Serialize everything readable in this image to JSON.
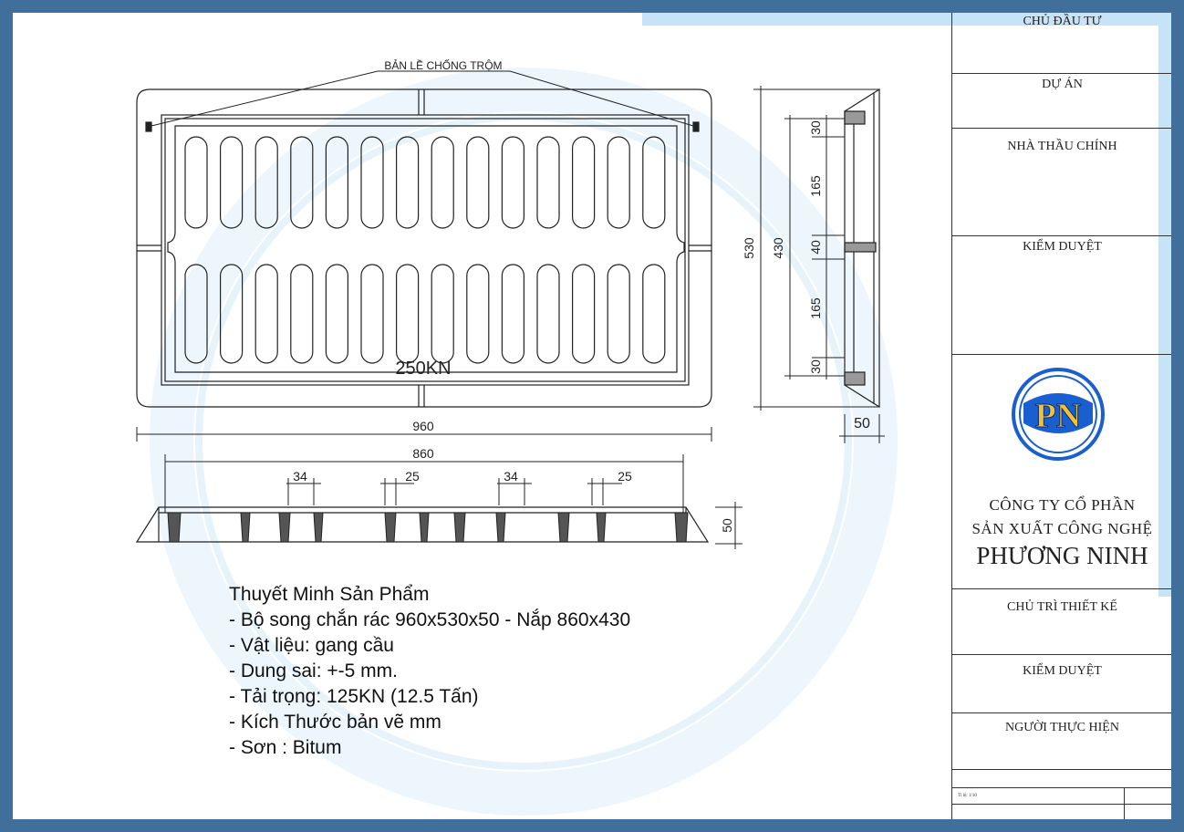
{
  "drawing": {
    "hinge_label": "BẢN LỀ CHỐNG TRỘM",
    "load_label": "250KN",
    "dims": {
      "overall_width": "960",
      "cover_width": "860",
      "overall_height": "530",
      "cover_height": "430",
      "section_30_top": "30",
      "section_165_top": "165",
      "section_40": "40",
      "section_165_bottom": "165",
      "section_30_bottom": "30",
      "side_depth": "50",
      "front_depth": "50",
      "rib_34_a": "34",
      "rib_25_a": "25",
      "rib_34_b": "34",
      "rib_25_b": "25"
    }
  },
  "notes": {
    "title": "Thuyết Minh Sản Phẩm",
    "lines": [
      "- Bộ song chắn rác 960x530x50 - Nắp 860x430",
      "- Vật liệu: gang cầu",
      "- Dung sai: +-5 mm.",
      "- Tải trọng: 125KN (12.5 Tấn)",
      "- Kích Thước bản vẽ mm",
      "- Sơn : Bitum"
    ]
  },
  "title_block": {
    "owner": "CHỦ ĐẦU TƯ",
    "project": "DỰ ÁN",
    "main_contractor": "NHÀ THẦU CHÍNH",
    "review_1": "KIỂM DUYỆT",
    "company_line1": "CÔNG TY CỔ PHẦN",
    "company_line2": "SẢN XUẤT CÔNG NGHỆ",
    "company_name": "PHƯƠNG NINH",
    "logo_text": "PN",
    "design_lead": "CHỦ TRÌ THIẾT KẾ",
    "review_2": "KIỂM DUYỆT",
    "performer": "NGƯỜI THỰC HIỆN",
    "scale": "Tỉ lệ: 1/10"
  },
  "colors": {
    "frame": "#3f6f9a",
    "line": "#222222",
    "logo_blue": "#1a5fd0",
    "logo_yellow": "#f2c230"
  }
}
